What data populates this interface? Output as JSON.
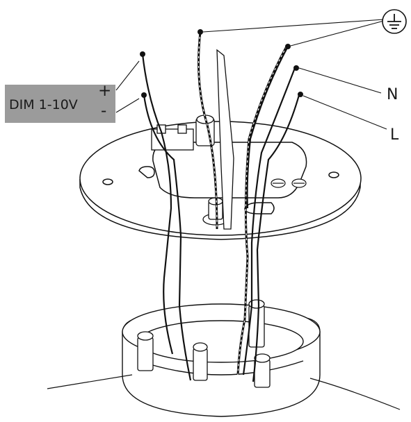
{
  "labels": {
    "dim": "DIM 1-10V",
    "plus": "+",
    "minus": "-",
    "neutral": "N",
    "line": "L"
  },
  "icons": {
    "ground": "ground-symbol-icon"
  }
}
